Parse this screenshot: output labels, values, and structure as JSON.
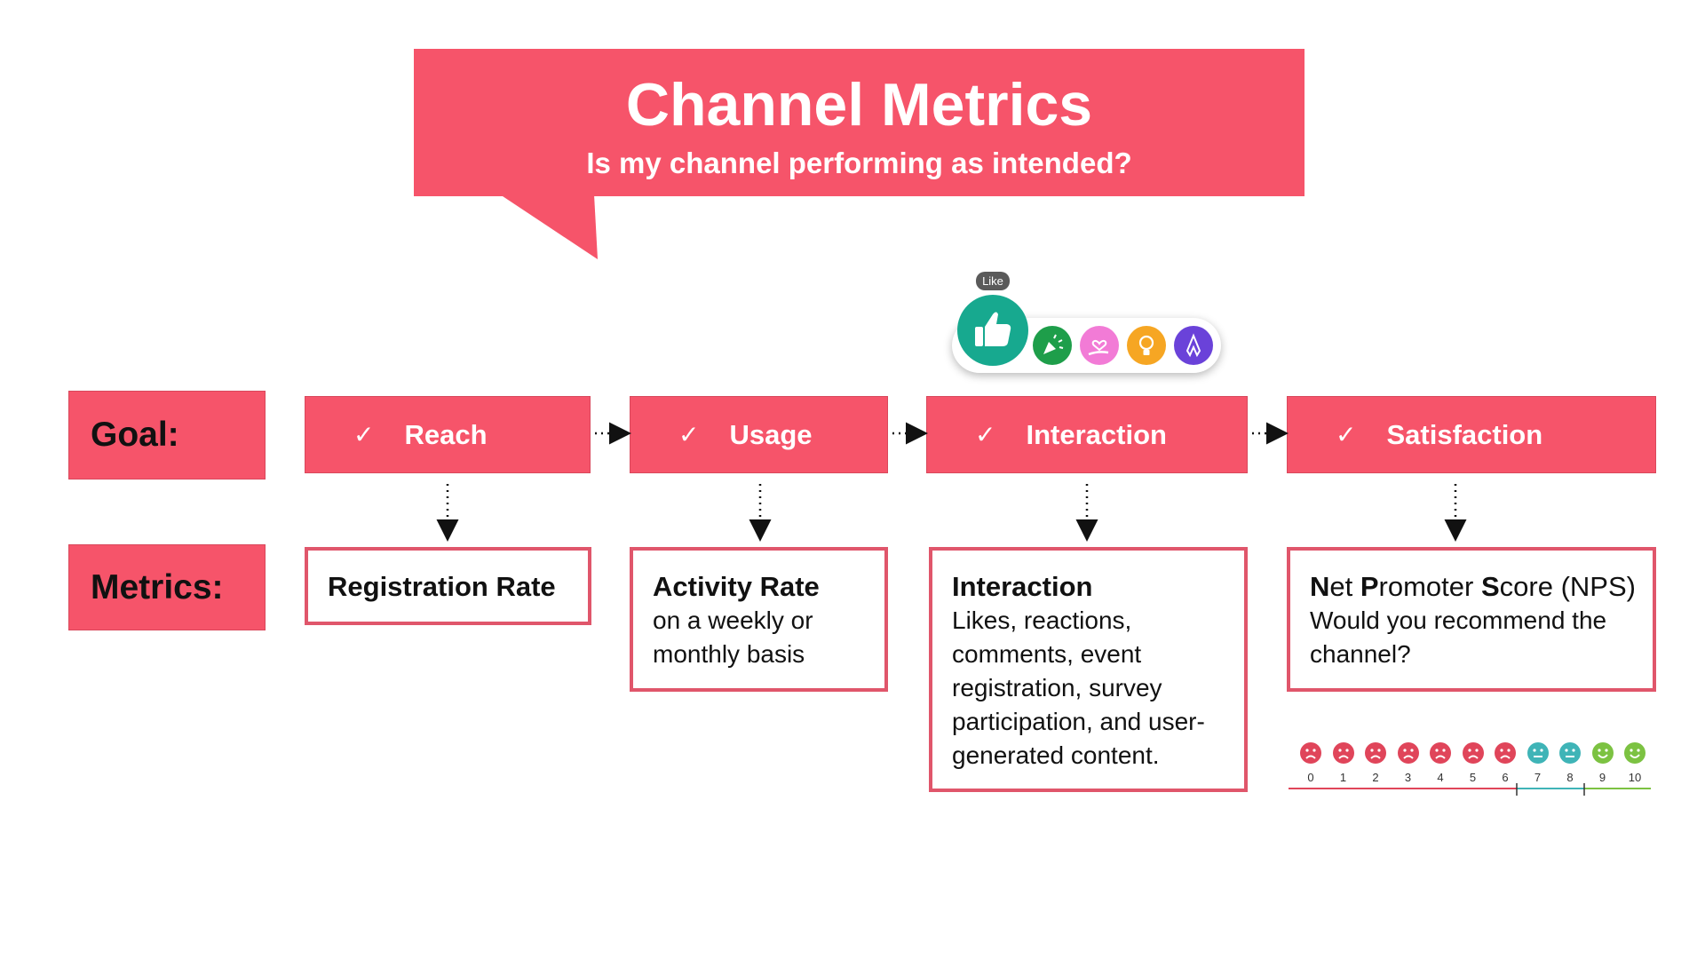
{
  "header": {
    "title": "Channel Metrics",
    "subtitle": "Is my channel performing as intended?"
  },
  "rows": {
    "goal_label": "Goal:",
    "metrics_label": "Metrics:"
  },
  "goals": [
    {
      "check": "✓",
      "label": "Reach"
    },
    {
      "check": "✓",
      "label": "Usage"
    },
    {
      "check": "✓",
      "label": "Interaction"
    },
    {
      "check": "✓",
      "label": "Satisfaction"
    }
  ],
  "metrics": [
    {
      "title": "Registration Rate",
      "desc": ""
    },
    {
      "title": "Activity Rate",
      "desc": "on a weekly or monthly basis"
    },
    {
      "title": "Interaction",
      "desc": "Likes, reactions, comments, event registration, survey participation, and user-generated content."
    },
    {
      "title_parts": [
        "N",
        "et ",
        "P",
        "romoter ",
        "S",
        "core (NPS)"
      ],
      "desc": "Would you recommend the channel?"
    }
  ],
  "reactions": {
    "tooltip": "Like",
    "icons": [
      "thumbs-up-icon",
      "party-popper-icon",
      "heart-hand-icon",
      "lightbulb-icon",
      "praying-hands-icon"
    ],
    "colors": [
      "#17A98F",
      "#1E9E4A",
      "#F27BD6",
      "#F6A623",
      "#6A42D9"
    ]
  },
  "nps_scale": {
    "numbers": [
      "0",
      "1",
      "2",
      "3",
      "4",
      "5",
      "6",
      "7",
      "8",
      "9",
      "10"
    ],
    "face_types": [
      "sad",
      "sad",
      "sad",
      "sad",
      "sad",
      "sad",
      "sad",
      "neutral",
      "neutral",
      "happy",
      "happy"
    ],
    "colors": {
      "detractor": "#E0455A",
      "passive": "#3FB4B7",
      "promoter": "#7CC242"
    }
  },
  "colors": {
    "accent": "#F6546A",
    "border": "#E0566B"
  }
}
